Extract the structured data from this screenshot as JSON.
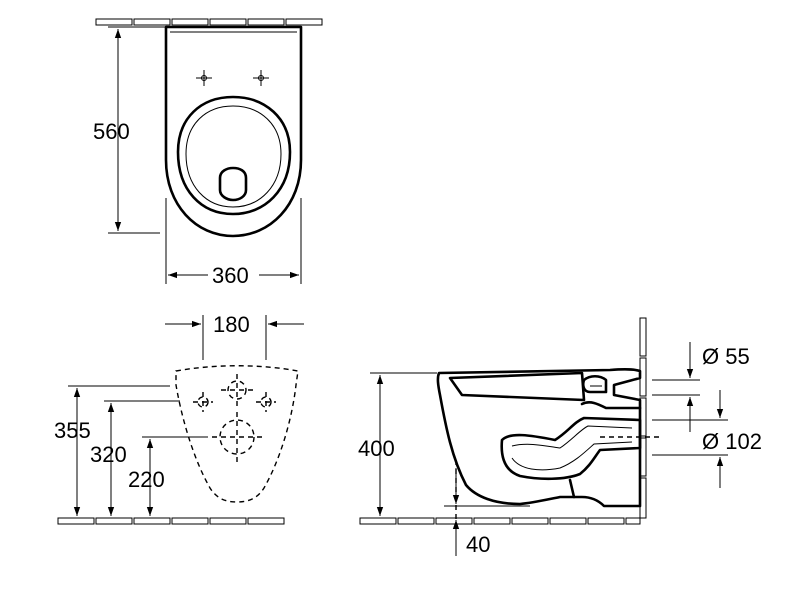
{
  "top_view": {
    "depth": "560",
    "width": "360"
  },
  "front_view": {
    "fixing_spacing": "180",
    "height_upper_fixing": "355",
    "height_lower_fixing": "320",
    "height_waste": "220"
  },
  "side_view": {
    "rim_height": "400",
    "inlet_diameter": "Ø 55",
    "outlet_diameter": "Ø 102",
    "floor_offset": "40"
  }
}
